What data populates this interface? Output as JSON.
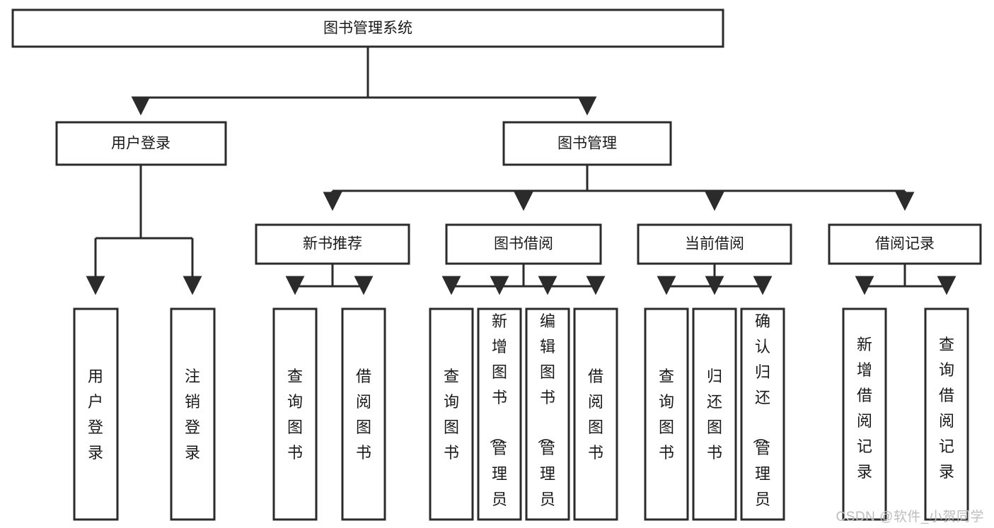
{
  "diagram": {
    "title": "图书管理系统",
    "watermark": "CSDN @软件_小贺同学",
    "colors": {
      "stroke": "#2b2b2b",
      "fill": "#ffffff",
      "text": "#1a1a1a",
      "watermark": "#bdbdbd",
      "background": "#ffffff"
    },
    "root": {
      "label": "图书管理系统"
    },
    "level2": [
      {
        "label": "用户登录"
      },
      {
        "label": "图书管理"
      }
    ],
    "level3": [
      {
        "label": "新书推荐"
      },
      {
        "label": "图书借阅"
      },
      {
        "label": "当前借阅"
      },
      {
        "label": "借阅记录"
      }
    ],
    "leaves": {
      "user_login": [
        {
          "label": "用户登录"
        },
        {
          "label": "注销登录"
        }
      ],
      "new_book_recommend": [
        {
          "label": "查询图书"
        },
        {
          "label": "借阅图书"
        }
      ],
      "book_borrow": [
        {
          "label": "查询图书"
        },
        {
          "label": "新增图书（管理员）"
        },
        {
          "label": "编辑图书（管理员）"
        },
        {
          "label": "借阅图书"
        }
      ],
      "current_borrow": [
        {
          "label": "查询图书"
        },
        {
          "label": "归还图书"
        },
        {
          "label": "确认归还（管理员）"
        }
      ],
      "borrow_record": [
        {
          "label": "新增借阅记录"
        },
        {
          "label": "查询借阅记录"
        }
      ]
    }
  },
  "chart_data": {
    "type": "tree-diagram",
    "title": "图书管理系统",
    "orientation": "top-down",
    "nodes": [
      {
        "id": "root",
        "label": "图书管理系统",
        "level": 0,
        "parent": null
      },
      {
        "id": "n-user-login",
        "label": "用户登录",
        "level": 1,
        "parent": "root"
      },
      {
        "id": "n-book-manage",
        "label": "图书管理",
        "level": 1,
        "parent": "root"
      },
      {
        "id": "n-new-book",
        "label": "新书推荐",
        "level": 2,
        "parent": "n-book-manage"
      },
      {
        "id": "n-book-borrow",
        "label": "图书借阅",
        "level": 2,
        "parent": "n-book-manage"
      },
      {
        "id": "n-current-borrow",
        "label": "当前借阅",
        "level": 2,
        "parent": "n-book-manage"
      },
      {
        "id": "n-borrow-record",
        "label": "借阅记录",
        "level": 2,
        "parent": "n-book-manage"
      },
      {
        "id": "l-user-login",
        "label": "用户登录",
        "level": 2,
        "parent": "n-user-login"
      },
      {
        "id": "l-logout",
        "label": "注销登录",
        "level": 2,
        "parent": "n-user-login"
      },
      {
        "id": "l-nb-query",
        "label": "查询图书",
        "level": 3,
        "parent": "n-new-book"
      },
      {
        "id": "l-nb-borrow",
        "label": "借阅图书",
        "level": 3,
        "parent": "n-new-book"
      },
      {
        "id": "l-bb-query",
        "label": "查询图书",
        "level": 3,
        "parent": "n-book-borrow"
      },
      {
        "id": "l-bb-add",
        "label": "新增图书（管理员）",
        "level": 3,
        "parent": "n-book-borrow"
      },
      {
        "id": "l-bb-edit",
        "label": "编辑图书（管理员）",
        "level": 3,
        "parent": "n-book-borrow"
      },
      {
        "id": "l-bb-borrow",
        "label": "借阅图书",
        "level": 3,
        "parent": "n-book-borrow"
      },
      {
        "id": "l-cb-query",
        "label": "查询图书",
        "level": 3,
        "parent": "n-current-borrow"
      },
      {
        "id": "l-cb-return",
        "label": "归还图书",
        "level": 3,
        "parent": "n-current-borrow"
      },
      {
        "id": "l-cb-confirm",
        "label": "确认归还（管理员）",
        "level": 3,
        "parent": "n-current-borrow"
      },
      {
        "id": "l-br-add",
        "label": "新增借阅记录",
        "level": 3,
        "parent": "n-borrow-record"
      },
      {
        "id": "l-br-query",
        "label": "查询借阅记录",
        "level": 3,
        "parent": "n-borrow-record"
      }
    ]
  }
}
